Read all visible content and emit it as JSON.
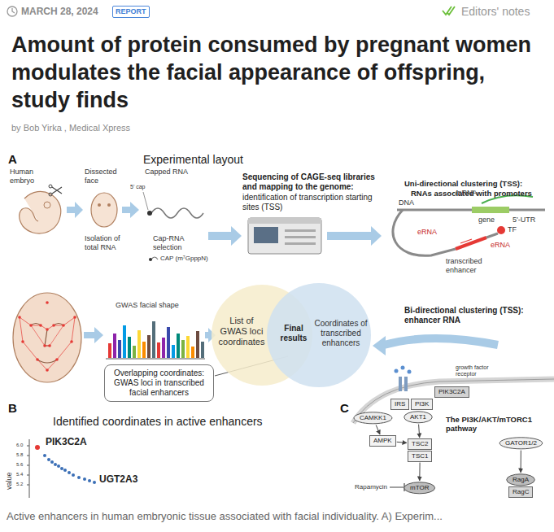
{
  "diagram": {
    "title": "Amount of protein consumed by pregnant women modulates the facial appearance of offspring, study finds",
    "caption": "Active enhancers in human embryonic tissue associated with facial individuality. A) Experim...",
    "nodes": [
      {
        "text": [
          "REPORT"
        ]
      },
      {
        "text": [
          "List of GWAS loci coordinates"
        ]
      },
      {
        "text": [
          "Coordinates of transcribed enhancers"
        ]
      },
      {
        "text": [
          "Overlapping coordinates: GWAS loci in transcribed facial enhancers"
        ]
      },
      {
        "text": [
          "PIK3C2A"
        ]
      },
      {
        "text": [
          "IRS"
        ]
      },
      {
        "text": [
          "PI3K"
        ]
      },
      {
        "text": [
          "CAMKK1"
        ]
      },
      {
        "text": [
          "AKT1"
        ]
      },
      {
        "text": [
          "AMPK"
        ]
      },
      {
        "text": [
          "TSC2"
        ]
      },
      {
        "text": [
          "TSC1"
        ]
      },
      {
        "text": [
          "GATOR1/2"
        ]
      },
      {
        "text": [
          "mTOR"
        ]
      },
      {
        "text": [
          "RagA"
        ]
      },
      {
        "text": [
          "RagC"
        ]
      }
    ],
    "edges": [
      {
        "from": 7,
        "to": 9,
        "arrow": "to"
      },
      {
        "from": 9,
        "to": 10,
        "arrow": "to"
      },
      {
        "from": 8,
        "to": 10,
        "arrow": "to"
      },
      {
        "from": 11,
        "to": 13,
        "arrow": "to"
      },
      {
        "from": 12,
        "to": 14,
        "arrow": "to"
      }
    ],
    "labels": [
      "MARCH 28, 2024",
      "Editors' notes",
      "by Bob Yirka , Medical Xpress",
      "A",
      "Experimental layout",
      "Human embryo",
      "Dissected face",
      "Capped RNA",
      "5' cap",
      "Isolation of total RNA",
      "Cap-RNA selection",
      "CAP (m⁷GpppN)",
      "Sequencing of CAGE-seq libraries and mapping to the genome:",
      "identification of transcription starting sites (TSS)",
      "Uni-directional clustering (TSS):",
      "RNAs associated with promoters",
      "DNA",
      "mRNA",
      "gene",
      "5'-UTR",
      "eRNA",
      "TF",
      "transcribed enhancer",
      "eRNA",
      "GWAS facial shape",
      "Final results",
      "Bi-directional clustering (TSS):",
      "enhancer RNA",
      "B",
      "Identified coordinates in active enhancers",
      "6.0",
      "5.8",
      "5.6",
      "5.4",
      "5.2",
      "value",
      "PIK3C2A",
      "UGT2A3",
      "C",
      "growth factor receptor",
      "The PI3K/AKT/mTORC1 pathway",
      "Rapamycin"
    ]
  }
}
